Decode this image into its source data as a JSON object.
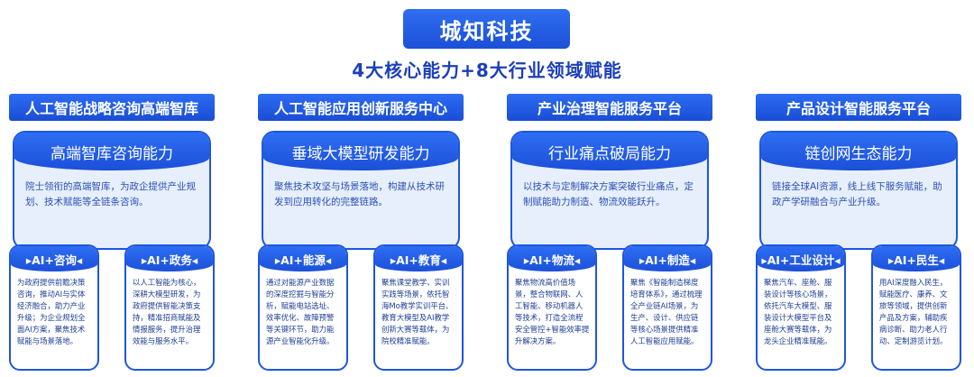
{
  "title": "城知科技",
  "subtitle": "4大核心能力+8大行业领域赋能",
  "columns": [
    {
      "category": "人工智能战略咨询高端智库",
      "capability": "高端智库咨询能力",
      "description": "院士领衔的高端智库，为政企提供产业规划、技术赋能等全链条咨询。",
      "subs": [
        {
          "title": "▸AI+咨询◂",
          "text": "为政府提供前瞻决策咨询，推动AI与实体经济融合，助力产业升级；为企业规划全面AI方案，聚焦技术赋能与场景落地。"
        },
        {
          "title": "▸AI+政务◂",
          "text": "以人工智能为核心，深耕大模型研发，为政府提供智能决策支持，精准招商赋能及情报服务，提升治理效能与服务水平。"
        }
      ]
    },
    {
      "category": "人工智能应用创新服务中心",
      "capability": "垂域大模型研发能力",
      "description": "聚焦技术攻坚与场景落地，构建从技术研发到应用转化的完整链路。",
      "subs": [
        {
          "title": "▸AI+能源◂",
          "text": "通过对能源产业数据的深度挖掘与智能分析，赋能电站选址、效率优化、故障预警等关键环节，助力能源产业智能化升级。"
        },
        {
          "title": "▸AI+教育◂",
          "text": "聚焦课堂教学、实训实践等场景，依托智海Mo教学实训平台、教育大模型及AI教学创新大赛等载体，为院校精准赋能。"
        }
      ]
    },
    {
      "category": "产业治理智能服务平台",
      "capability": "行业痛点破局能力",
      "description": "以技术与定制解决方案突破行业痛点，定制赋能助力制造、物流效能跃升。",
      "subs": [
        {
          "title": "▸AI+物流◂",
          "text": "聚焦物流高价值场景，整合物联网、人工智能、移动机器人等技术，打造全流程安全管控+智能效率提升解决方案。"
        },
        {
          "title": "▸AI+制造◂",
          "text": "聚焦《智能制造梯度培育体系》，通过梳理全产业链AI场景，为生产、设计、供应链等核心场景提供精准人工智能应用赋能。"
        }
      ]
    },
    {
      "category": "产品设计智能服务平台",
      "capability": "链创网生态能力",
      "description": "链接全球AI资源，线上线下服务赋能，助政产学研融合与产业升级。",
      "subs": [
        {
          "title": "▸AI+工业设计◂",
          "text": "聚焦汽车、座舱、服装设计等核心场景，依托汽车大模型、服装设计大模型平台及座舱大赛等载体，为龙头企业精准赋能。"
        },
        {
          "title": "▸AI+民生◂",
          "text": "用AI深度融入民生，赋能医疗、康养、文旅等领域，提供创新产品及方案，辅助疾病诊断、助力老人行动、定制游览计划。"
        }
      ]
    }
  ]
}
